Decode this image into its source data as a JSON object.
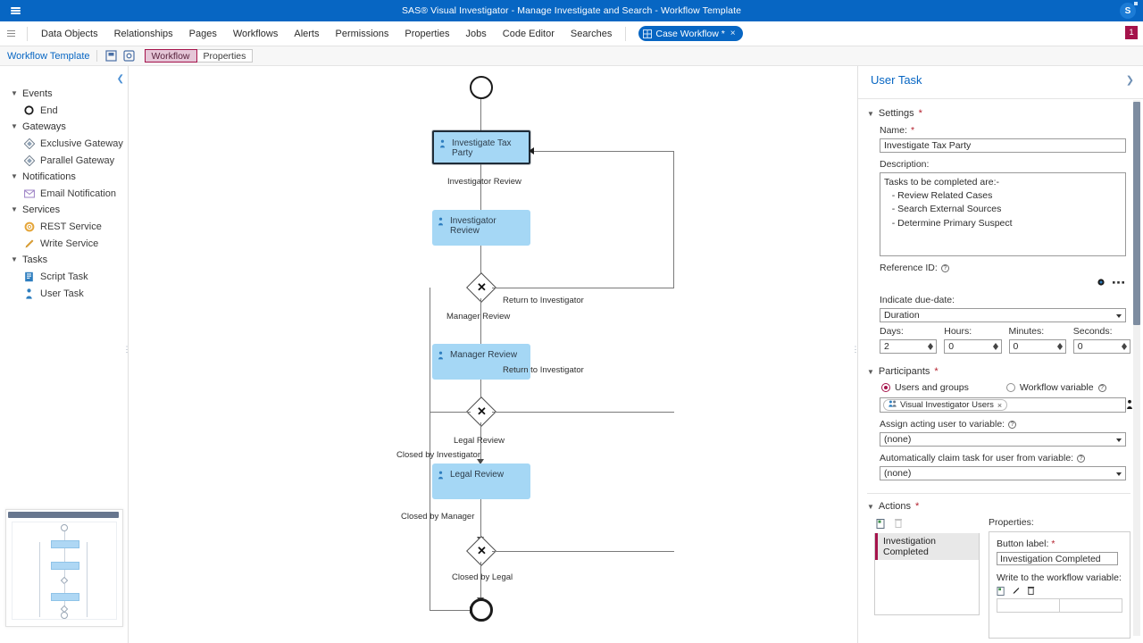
{
  "topbar": {
    "menu_icon": "hamburger-icon",
    "app_title": "SAS® Visual Investigator - Manage Investigate and Search - Workflow Template",
    "avatar_initial": "S"
  },
  "navbar": {
    "grip_icon": "grid-grip-icon",
    "items": [
      {
        "label": "Data Objects"
      },
      {
        "label": "Relationships"
      },
      {
        "label": "Pages"
      },
      {
        "label": "Workflows"
      },
      {
        "label": "Alerts"
      },
      {
        "label": "Permissions"
      },
      {
        "label": "Properties"
      },
      {
        "label": "Jobs"
      },
      {
        "label": "Code Editor"
      },
      {
        "label": "Searches"
      }
    ],
    "doc_tab": {
      "label": "Case Workflow *",
      "close": "×",
      "icon": "workflow-icon"
    },
    "badge_count": "1"
  },
  "subbar": {
    "breadcrumb": "Workflow Template",
    "icons": [
      {
        "name": "save-icon"
      },
      {
        "name": "save-as-icon"
      }
    ],
    "segments": [
      {
        "label": "Workflow",
        "active": true
      },
      {
        "label": "Properties",
        "active": false
      }
    ]
  },
  "palette": {
    "collapse_icon": "chevron-left-icon",
    "groups": [
      {
        "label": "Events",
        "items": [
          {
            "label": "End",
            "icon": "end-event-icon"
          }
        ]
      },
      {
        "label": "Gateways",
        "items": [
          {
            "label": "Exclusive Gateway",
            "icon": "exclusive-gateway-icon"
          },
          {
            "label": "Parallel Gateway",
            "icon": "parallel-gateway-icon"
          }
        ]
      },
      {
        "label": "Notifications",
        "items": [
          {
            "label": "Email Notification",
            "icon": "email-icon"
          }
        ]
      },
      {
        "label": "Services",
        "items": [
          {
            "label": "REST Service",
            "icon": "gear-icon"
          },
          {
            "label": "Write Service",
            "icon": "pencil-icon"
          }
        ]
      },
      {
        "label": "Tasks",
        "items": [
          {
            "label": "Script Task",
            "icon": "script-task-icon"
          },
          {
            "label": "User Task",
            "icon": "user-task-icon"
          }
        ]
      }
    ]
  },
  "diagram": {
    "nodes": [
      {
        "id": "start",
        "type": "start-event",
        "label": ""
      },
      {
        "id": "investigate",
        "type": "user-task",
        "label": "Investigate Tax Party",
        "selected": true
      },
      {
        "id": "investigator_review",
        "type": "user-task",
        "label": "Investigator Review",
        "selected": false
      },
      {
        "id": "gw1",
        "type": "exclusive-gateway",
        "label": ""
      },
      {
        "id": "manager_review",
        "type": "user-task",
        "label": "Manager Review",
        "selected": false
      },
      {
        "id": "gw2",
        "type": "exclusive-gateway",
        "label": ""
      },
      {
        "id": "legal_review",
        "type": "user-task",
        "label": "Legal Review",
        "selected": false
      },
      {
        "id": "gw3",
        "type": "exclusive-gateway",
        "label": ""
      },
      {
        "id": "end",
        "type": "end-event",
        "label": ""
      }
    ],
    "flow_labels": [
      {
        "text": "Investigator Review"
      },
      {
        "text": "Return to Investigator"
      },
      {
        "text": "Manager Review"
      },
      {
        "text": "Return to Investigator"
      },
      {
        "text": "Legal Review"
      },
      {
        "text": "Closed by Investigator"
      },
      {
        "text": "Closed by Manager"
      },
      {
        "text": "Closed by Legal"
      }
    ]
  },
  "properties": {
    "title": "User Task",
    "collapse_icon": "chevron-right-icon",
    "settings": {
      "heading": "Settings",
      "required_mark": "*",
      "name_label": "Name:",
      "name_value": "Investigate Tax Party",
      "description_label": "Description:",
      "description_value": "Tasks to be completed are:-\n   - Review Related Cases\n   - Search External Sources\n   - Determine Primary Suspect",
      "reference_id_label": "Reference ID:",
      "reference_icons": [
        {
          "name": "settings-gear-icon"
        },
        {
          "name": "more-ellipsis-icon"
        }
      ],
      "due_date_label": "Indicate due-date:",
      "due_date_value": "Duration",
      "duration": [
        {
          "label": "Days:",
          "value": "2"
        },
        {
          "label": "Hours:",
          "value": "0"
        },
        {
          "label": "Minutes:",
          "value": "0"
        },
        {
          "label": "Seconds:",
          "value": "0"
        }
      ]
    },
    "participants": {
      "heading": "Participants",
      "required_mark": "*",
      "option_users": "Users and groups",
      "option_variable": "Workflow variable",
      "selected_option": "users",
      "token": "Visual Investigator Users",
      "token_close": "×",
      "assign_label": "Assign acting user to variable:",
      "assign_value": "(none)",
      "autoclaim_label": "Automatically claim task for user from variable:",
      "autoclaim_value": "(none)"
    },
    "actions": {
      "heading": "Actions",
      "required_mark": "*",
      "toolbar": [
        {
          "name": "new-action-icon",
          "enabled": true
        },
        {
          "name": "delete-action-icon",
          "enabled": false
        }
      ],
      "items": [
        {
          "label": "Investigation Completed",
          "selected": true
        }
      ],
      "properties_label": "Properties:",
      "button_label_label": "Button label:",
      "button_label_value": "Investigation Completed",
      "write_var_label": "Write to the workflow variable:",
      "write_var_tools": [
        {
          "name": "new-variable-icon"
        },
        {
          "name": "edit-variable-icon"
        },
        {
          "name": "delete-variable-icon"
        }
      ]
    }
  },
  "colors": {
    "brand_blue": "#0766c3",
    "node_fill": "#a5d7f5",
    "accent_magenta": "#a5134b",
    "badge_red": "#a5134b"
  }
}
